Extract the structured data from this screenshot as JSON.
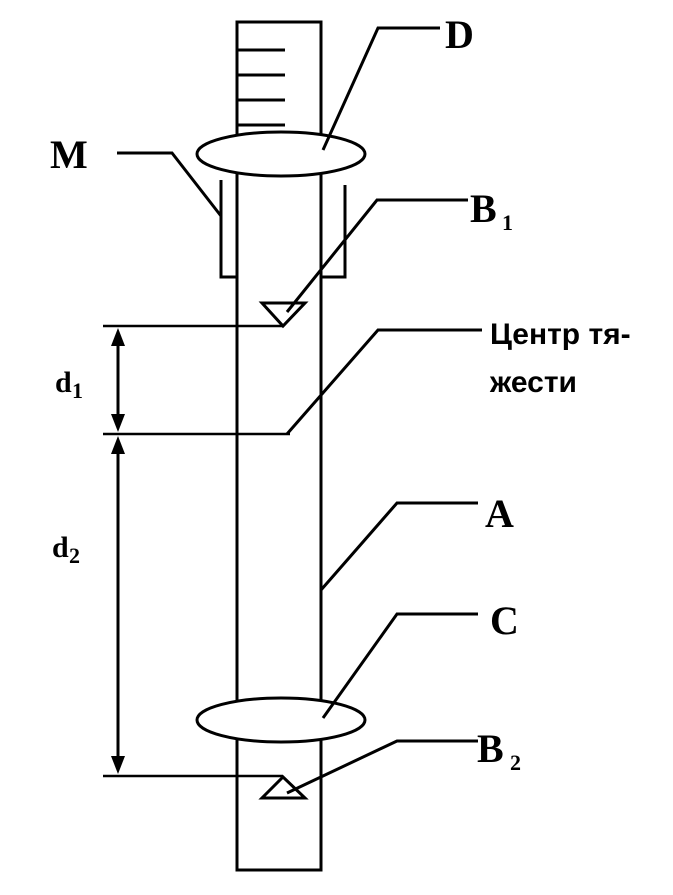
{
  "labels": {
    "D": "D",
    "M": "M",
    "B1_main": "B",
    "B1_sub": "1",
    "center_line1": "Центр тя-",
    "center_line2": "жести",
    "A": "A",
    "C": "C",
    "B2_main": "B",
    "B2_sub": "2",
    "d1_main": "d",
    "d1_sub": "1",
    "d2_main": "d",
    "d2_sub": "2"
  }
}
